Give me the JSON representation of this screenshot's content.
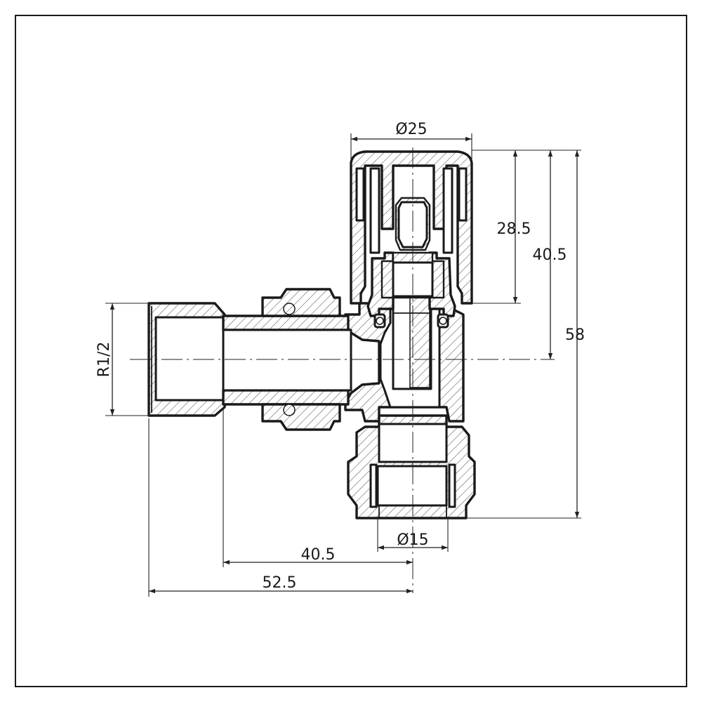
{
  "drawing": {
    "dimensions": {
      "cap_diameter": "Ø25",
      "outlet_diameter": "Ø15",
      "cap_height": "28.5",
      "centre_to_top": "40.5",
      "overall_height": "58",
      "inlet_thread": "R1/2",
      "body_to_centre": "40.5",
      "thread_to_centre": "52.5"
    }
  }
}
